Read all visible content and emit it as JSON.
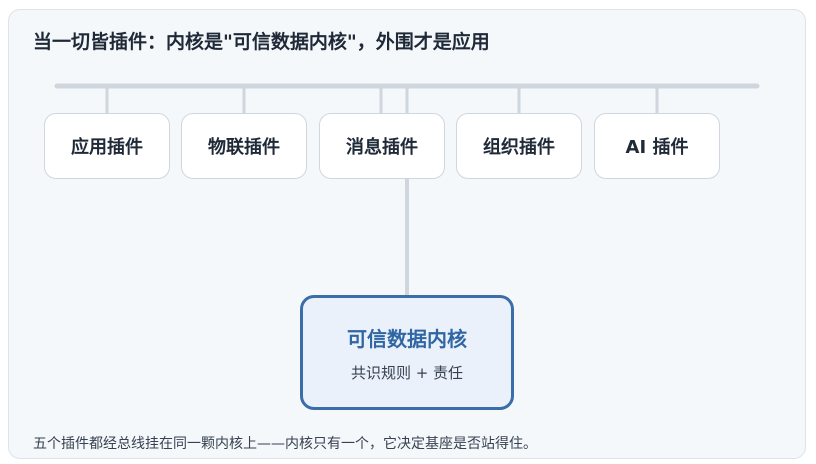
{
  "title": "当一切皆插件：内核是\"可信数据内核\"，外围才是应用",
  "plugins": [
    {
      "label": "应用插件"
    },
    {
      "label": "物联插件"
    },
    {
      "label": "消息插件"
    },
    {
      "label": "组织插件"
    },
    {
      "label": "AI 插件"
    }
  ],
  "kernel": {
    "title": "可信数据内核",
    "subtitle": "共识规则 + 责任"
  },
  "caption": "五个插件都经总线挂在同一颗内核上——内核只有一个，它决定基座是否站得住。",
  "colors": {
    "bus": "#cfd6de",
    "kernel_border": "#3a6ea8",
    "kernel_fill": "#eaf1fb",
    "kernel_title": "#2f66a3"
  }
}
